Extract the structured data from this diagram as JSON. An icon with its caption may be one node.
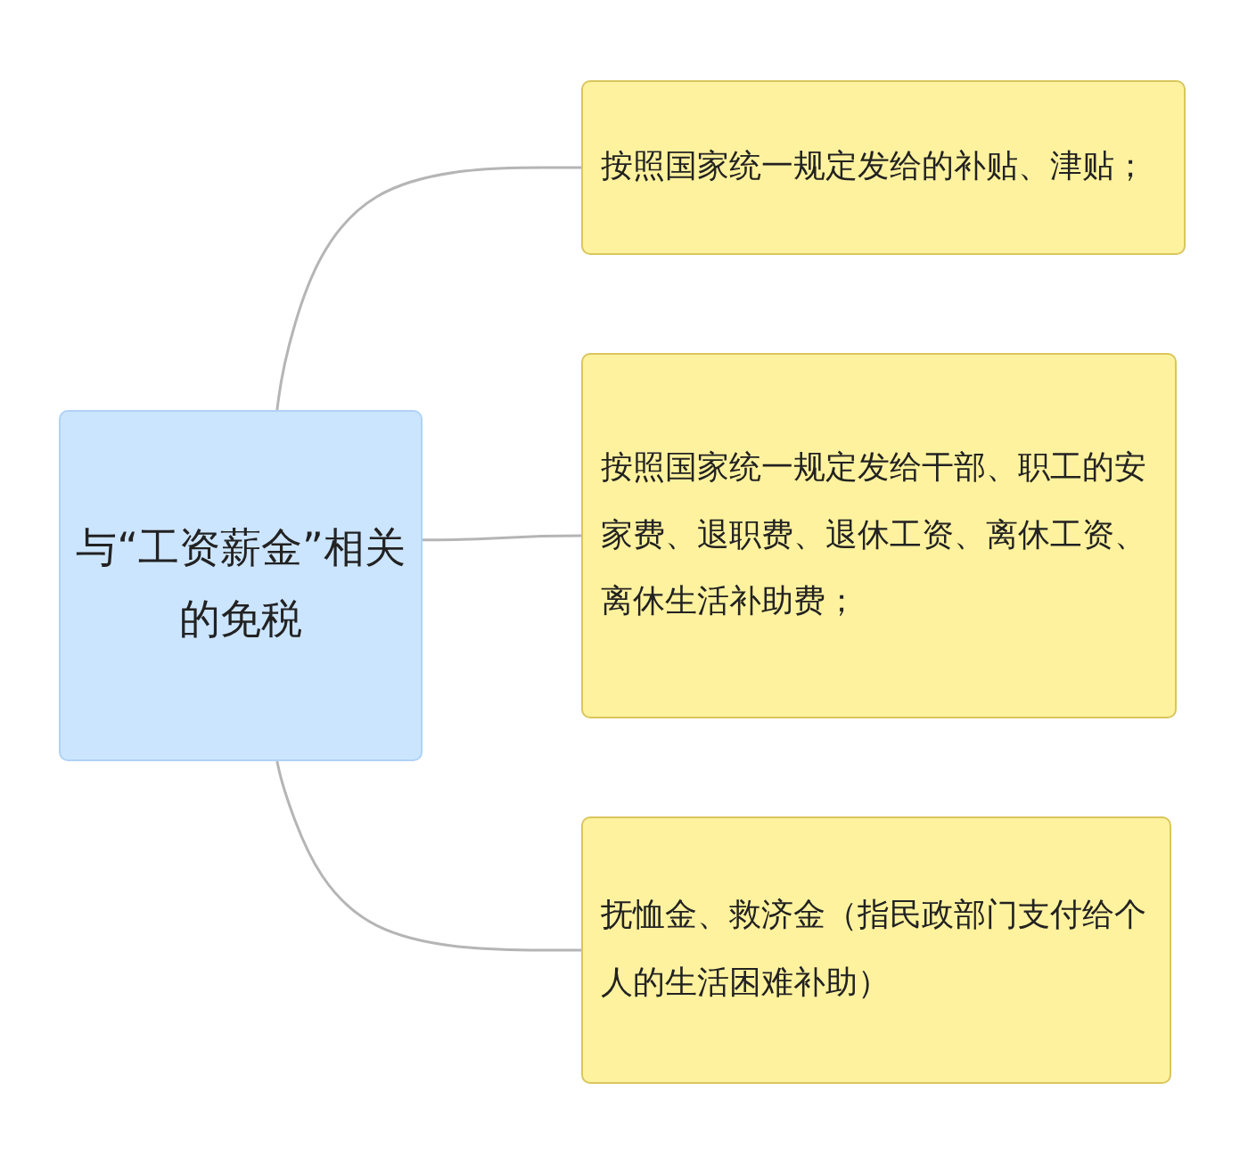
{
  "diagram": {
    "nodes": [
      {
        "text": [
          "与“工资薪金”相关的免税"
        ]
      },
      {
        "text": [
          "按照国家统一规定发给的补贴、津贴；"
        ]
      },
      {
        "text": [
          "按照国家统一规定发给干部、职工的安家费、退职费、退休工资、离休工资、离休生活补助费；"
        ]
      },
      {
        "text": [
          "抚恤金、救济金（指民政部门支付给个人的生活困难补助）"
        ]
      }
    ],
    "edges": [
      {
        "from": 0,
        "to": 1,
        "arrow": "none"
      },
      {
        "from": 0,
        "to": 2,
        "arrow": "none"
      },
      {
        "from": 0,
        "to": 3,
        "arrow": "none"
      }
    ]
  }
}
